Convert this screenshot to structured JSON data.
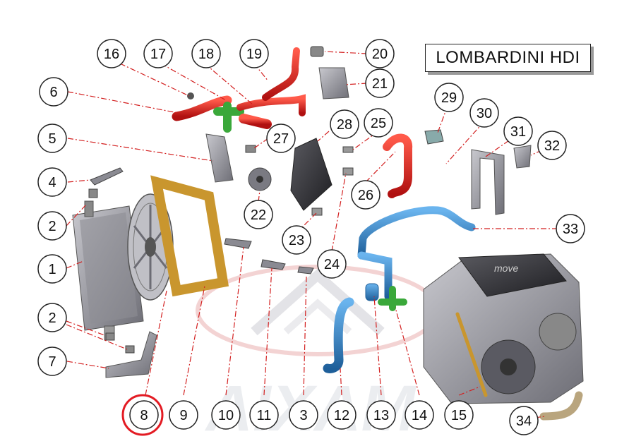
{
  "title": "LOMBARDINI  HDI",
  "watermark": "AIXAM",
  "highlighted_callout": "8",
  "colors": {
    "red_hose": "#d01d1d",
    "blue_hose": "#2f7fc1",
    "green_part": "#3aa83a",
    "frame_gold": "#c9962e",
    "metal_grey": "#9a9aa2",
    "highlight_ring": "#e31b23"
  },
  "callouts": {
    "c1": "1",
    "c2a": "2",
    "c2b": "2",
    "c3": "3",
    "c4": "4",
    "c5": "5",
    "c6": "6",
    "c7": "7",
    "c8": "8",
    "c9": "9",
    "c10": "10",
    "c11": "11",
    "c12": "12",
    "c13": "13",
    "c14": "14",
    "c15": "15",
    "c16": "16",
    "c17": "17",
    "c18": "18",
    "c19": "19",
    "c20": "20",
    "c21": "21",
    "c22": "22",
    "c23": "23",
    "c24": "24",
    "c25": "25",
    "c26": "26",
    "c27": "27",
    "c28": "28",
    "c29": "29",
    "c30": "30",
    "c31": "31",
    "c32": "32",
    "c33": "33",
    "c34": "34"
  }
}
